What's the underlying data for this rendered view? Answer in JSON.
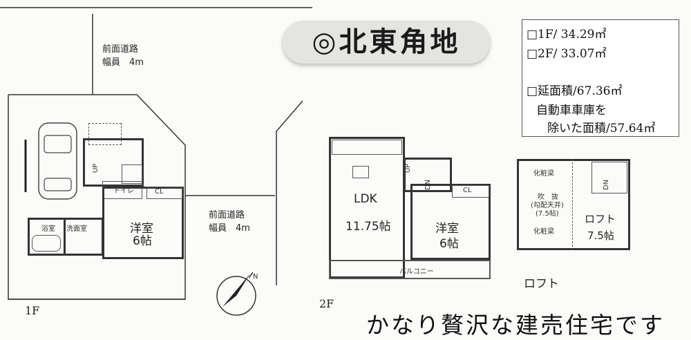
{
  "headline": "◎北東角地",
  "areas": {
    "floor1": "□1F/  34.29㎡",
    "floor2": "□2F/  33.07㎡",
    "total": "□延面積/67.36㎡",
    "garage_line1": "自動車車庫を",
    "garage_line2": "除いた面積/57.64㎡"
  },
  "roads": {
    "north": {
      "line1": "前面道路",
      "line2": "幅員　4m"
    },
    "east": {
      "line1": "前面道路",
      "line2": "幅員　4m"
    }
  },
  "floor1": {
    "label": "1F",
    "bath": "浴室",
    "washroom": "洗面室",
    "up": "UP",
    "toilet": "トイレ",
    "closet": "CL",
    "room_name": "洋室",
    "room_size": "6帖"
  },
  "floor2": {
    "label": "2F",
    "ldk_name": "LDK",
    "ldk_size": "11.75帖",
    "up": "UP",
    "dn": "DN",
    "closet": "CL",
    "room_name": "洋室",
    "room_size": "6帖",
    "balcony": "バルコニー"
  },
  "loft": {
    "label": "ロフト",
    "beam_top": "化粧梁",
    "atrium_line1": "吹　抜",
    "atrium_line2": "(勾配天井)",
    "atrium_line3": "(7.5帖)",
    "beam_bottom": "化粧梁",
    "room_name": "ロフト",
    "room_size": "7.5帖",
    "dn": "DN"
  },
  "tagline": "かなり贅沢な建売住宅です"
}
